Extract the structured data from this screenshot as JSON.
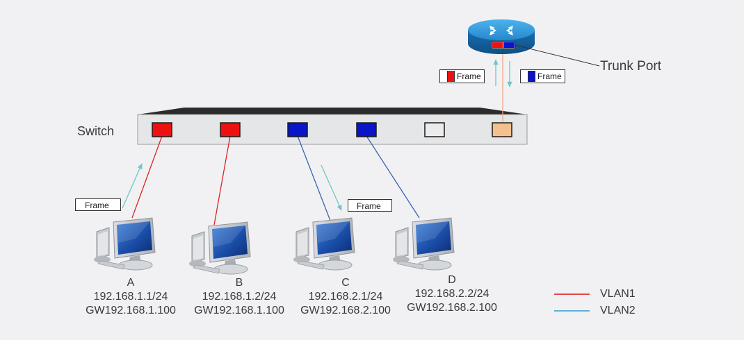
{
  "switch": {
    "label": "Switch"
  },
  "router": {
    "trunk_label": "Trunk Port"
  },
  "ports": [
    {
      "vlan": "VLAN1",
      "color": "#ee1111"
    },
    {
      "vlan": "VLAN1",
      "color": "#ee1111"
    },
    {
      "vlan": "VLAN2",
      "color": "#0a14c8"
    },
    {
      "vlan": "VLAN2",
      "color": "#0a14c8"
    },
    {
      "vlan": "",
      "color": "#ececec"
    },
    {
      "vlan": "trunk",
      "color": "#f4c08e"
    }
  ],
  "hosts": [
    {
      "name": "A",
      "ip": "192.168.1.1/24",
      "gw": "GW192.168.1.100"
    },
    {
      "name": "B",
      "ip": "192.168.1.2/24",
      "gw": "GW192.168.1.100"
    },
    {
      "name": "C",
      "ip": "192.168.2.1/24",
      "gw": "GW192.168.2.100"
    },
    {
      "name": "D",
      "ip": "192.168.2.2/24",
      "gw": "GW192.168.2.100"
    }
  ],
  "frames": {
    "host_a": "Frame",
    "host_c": "Frame",
    "trunk_up": "Frame",
    "trunk_down": "Frame"
  },
  "legend": [
    {
      "label": "VLAN1",
      "color": "#dd1111"
    },
    {
      "label": "VLAN2",
      "color": "#2a9ad8"
    }
  ],
  "colors": {
    "vlan1_link": "#dd2222",
    "vlan2_link": "#3a64b0",
    "trunk_link": "#f0a888",
    "arrow": "#6cc8c4"
  }
}
